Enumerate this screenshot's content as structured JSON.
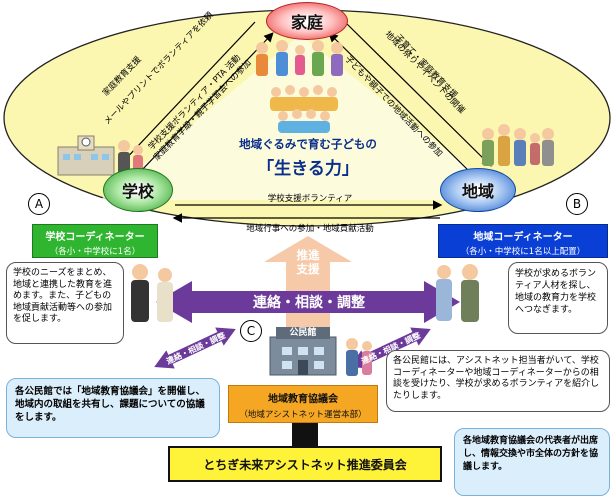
{
  "nodes": {
    "home": "家庭",
    "school": "学校",
    "community": "地域"
  },
  "center": {
    "line1": "地域ぐるみで育む子どもの",
    "line2": "「生きる力」"
  },
  "left_arc_labels": [
    "家庭教育支援",
    "メールやプリントでボランティアを依頼",
    "学校支援ボランティア・PTA 活動",
    "家庭教育学級・親子学習会への参加"
  ],
  "right_arc_labels": [
    "子育て・家庭教育支援",
    "地域の祭りやイベントの開催",
    "子どもや親子での地域活動への参加"
  ],
  "horizontal_labels": {
    "top": "学校支援ボランティア",
    "bottom": "地域行事への参加・地域貢献活動"
  },
  "markers": {
    "a": "A",
    "b": "B",
    "c": "C"
  },
  "coordinator_school": {
    "title": "学校コーディネーター",
    "sub": "（各小・中学校に1名）"
  },
  "coordinator_community": {
    "title": "地域コーディネーター",
    "sub": "（各小・中学校に1名以上配置）"
  },
  "bubble_left": "学校のニーズをまとめ、地域と連携した教育を進めます。また、子どもの地域貢献活動等への参加を促します。",
  "bubble_right": "学校が求めるボランティア人材を探し、地域の教育力を学校へつなぎます。",
  "promote": {
    "line1": "推進",
    "line2": "支援"
  },
  "main_arrow": "連絡・相談・調整",
  "diag_left": "連絡・相談・調整",
  "diag_right": "連絡・相談・調整",
  "kominkan_sign": "公民館",
  "bubble_kominkan": "各公民館には、アシストネット担当者がいて、学校コーディネーターや地域コーディネーターからの相談を受けたり、学校が求めるボランティアを紹介したりします。",
  "bubble_council_left": "各公民館では「地域教育協議会」を開催し、地域内の取組を共有し、課題についての協議をします。",
  "council": {
    "title": "地域教育協議会",
    "sub": "（地域アシストネット運営本部）"
  },
  "committee": "とちぎ未来アシストネット推進委員会",
  "bubble_committee_right": "各地域教育協議会の代表者が出席し、情報交換や市全体の方針を協議します。",
  "colors": {
    "ellipse_fill": "#fbf7b0",
    "coordinator_school": "#2fb52f",
    "coordinator_community": "#0a3fd6",
    "council_fill": "#f5a623",
    "committee_fill": "#fff33a",
    "purple": "#6b3a9a",
    "promote_arrow": "#f6c9a8"
  }
}
